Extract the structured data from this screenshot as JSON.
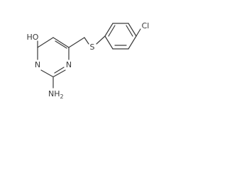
{
  "molecule": {
    "atom_labels": {
      "hydroxyl": "HO",
      "ring_n_upper": "N",
      "ring_n_lower": "N",
      "sulfur": "S",
      "chlorine": "Cl",
      "amino": "NH",
      "amino_subscript": "2"
    },
    "colors": {
      "bond": "#3a3a3a",
      "label": "#3a3a3a",
      "background": "#ffffff"
    }
  }
}
